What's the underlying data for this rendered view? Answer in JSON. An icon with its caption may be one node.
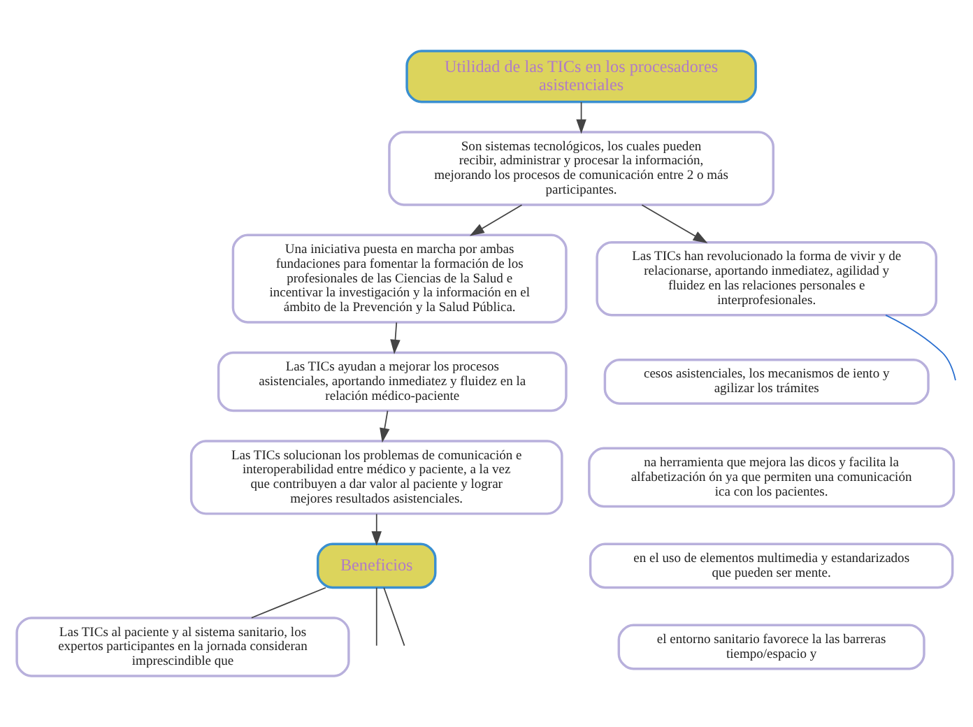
{
  "diagram": {
    "nodes": [
      {
        "text": [
          "Utilidad de las TICs en los procesadores asistenciales"
        ]
      },
      {
        "text": [
          "Son sistemas tecnológicos, los cuales pueden recibir, administrar y procesar la información, mejorando los procesos de comunicación entre 2 o más participantes."
        ]
      },
      {
        "text": [
          "Una iniciativa puesta en marcha por ambas fundaciones para fomentar la formación de los profesionales de las Ciencias de la Salud e incentivar la investigación y la información en el ámbito de la Prevención y la Salud Pública."
        ]
      },
      {
        "text": [
          "Las TICs han revolucionado la forma de vivir y de relacionarse, aportando inmediatez, agilidad y fluidez en las relaciones personales e interprofesionales."
        ]
      },
      {
        "text": [
          "cesos asistenciales, los mecanismos de iento y agilizar los trámites"
        ]
      },
      {
        "text": [
          "na herramienta que mejora las dicos y facilita la alfabetización ón ya que permiten una comunicación ica con los pacientes."
        ]
      },
      {
        "text": [
          "en el uso de elementos multimedia y estandarizados que pueden ser mente."
        ]
      },
      {
        "text": [
          "el entorno sanitario favorece la las barreras tiempo/espacio y"
        ]
      },
      {
        "text": [
          "Las TICs ayudan a mejorar los procesos asistenciales, aportando inmediatez y fluidez en la relación médico-paciente"
        ]
      },
      {
        "text": [
          "Las TICs solucionan los problemas de comunicación e interoperabilidad entre médico y paciente, a la vez que contribuyen a dar valor al paciente y lograr mejores resultados asistenciales."
        ]
      },
      {
        "text": [
          "Beneficios"
        ]
      },
      {
        "text": [
          "Las TICs al paciente y al sistema sanitario, los expertos participantes en la jornada consideran imprescindible que"
        ]
      }
    ],
    "edges": [
      {
        "from": 0,
        "to": 1,
        "arrow": "to"
      },
      {
        "from": 1,
        "to": 2,
        "arrow": "to"
      },
      {
        "from": 1,
        "to": 3,
        "arrow": "to"
      },
      {
        "from": 3,
        "to": null,
        "arrow": "none",
        "color": "#2a6fd0"
      },
      {
        "from": 2,
        "to": 8,
        "arrow": "to"
      },
      {
        "from": 8,
        "to": 9,
        "arrow": "to"
      },
      {
        "from": 9,
        "to": 10,
        "arrow": "to"
      },
      {
        "from": 10,
        "to": 11,
        "arrow": "none"
      },
      {
        "from": 10,
        "to": null,
        "arrow": "none"
      },
      {
        "from": 10,
        "to": null,
        "arrow": "none"
      }
    ]
  }
}
